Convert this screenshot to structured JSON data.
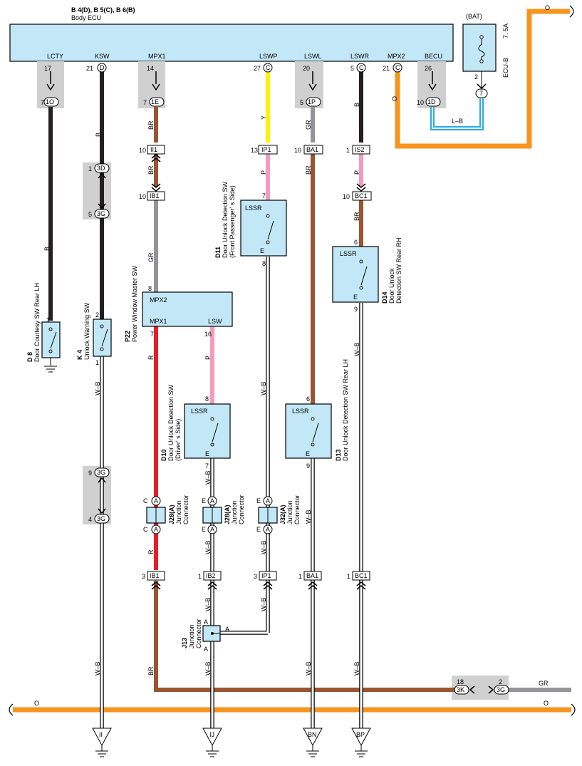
{
  "ecu": {
    "title": "B 4(D), B 5(C), B 6(B)",
    "name": "Body ECU",
    "pins": [
      "LCTY",
      "KSW",
      "MPX1",
      "LSWP",
      "LSWL",
      "LSWR",
      "MPX2",
      "BECU"
    ],
    "pin_nums": [
      "17",
      "21",
      "14",
      "27",
      "20",
      "5",
      "21",
      "26"
    ],
    "pin_letters": [
      "D",
      "C",
      "C",
      "C"
    ]
  },
  "bat": {
    "label": "(BAT)",
    "fuse_amp": "7. 5A",
    "fuse_name": "ECU-B",
    "pin": "2",
    "conn": "7"
  },
  "connectors": {
    "c1O": "1O",
    "c1E": "1E",
    "c1P": "1P",
    "c1D": "1D",
    "II1": "II1",
    "IP1": "IP1",
    "BA1": "BA1",
    "IS2": "IS2",
    "IB1": "IB1",
    "BC1": "BC1",
    "c3D": "3D",
    "c3G": "3G",
    "IB2": "IB2",
    "c3K": "3K",
    "cA": "A"
  },
  "pin_numbers": {
    "n7": "7",
    "n10": "10",
    "n13": "13",
    "n1": "1",
    "n5": "5",
    "n9": "9",
    "n4": "4",
    "n3": "3",
    "n8": "8",
    "n16": "16",
    "n6": "6",
    "n2": "2",
    "n18": "18"
  },
  "wires": {
    "B": "B",
    "BR": "BR",
    "GR": "GR",
    "Y": "Y",
    "P": "P",
    "R": "R",
    "WB": "W–B",
    "O": "O",
    "LB": "L–B"
  },
  "components": {
    "D8": {
      "id": "D 8",
      "name": "Door Courtesy SW Rear LH"
    },
    "K4": {
      "id": "K 4",
      "name": "Unlock Warning SW"
    },
    "P22": {
      "id": "P22",
      "name": "Power Window Master SW",
      "p1": "MPX2",
      "p2": "MPX1",
      "p3": "LSW"
    },
    "D10": {
      "id": "D10",
      "name": "Door Unlock Detection SW",
      "sub": "(Driver' s Side)"
    },
    "D11": {
      "id": "D11",
      "name": "Door Unlock Detection SW",
      "sub": "(Front Passenger' s Side)"
    },
    "D13": {
      "id": "D13",
      "name": "Door Unlock Detection SW Rear LH"
    },
    "D14": {
      "id": "D14",
      "name": "Door Unlock",
      "sub": "Detection SW Rear RH"
    },
    "sw_lssr": "LSSR",
    "sw_e": "E",
    "J28": {
      "id": "J28(A)",
      "name": "Junction",
      "name2": "Connector"
    },
    "J32": {
      "id": "J32(A)",
      "name": "Junction",
      "name2": "Connector"
    },
    "J13": {
      "id": "J13",
      "name": "Junction",
      "name2": "Connector"
    },
    "jp_C": "C",
    "jp_E": "E",
    "jp_A": "A"
  },
  "grounds": [
    "II",
    "IJ",
    "BN",
    "BP"
  ],
  "colors": {
    "orange": "#f7941d",
    "brown": "#9b5430",
    "gray": "#939598",
    "yellow": "#fff200",
    "pink": "#f49ac1",
    "red": "#ed1c24",
    "black": "#231f20",
    "blue": "#29abe2",
    "box": "#c2e8f7",
    "shade": "#d0d0d0"
  }
}
